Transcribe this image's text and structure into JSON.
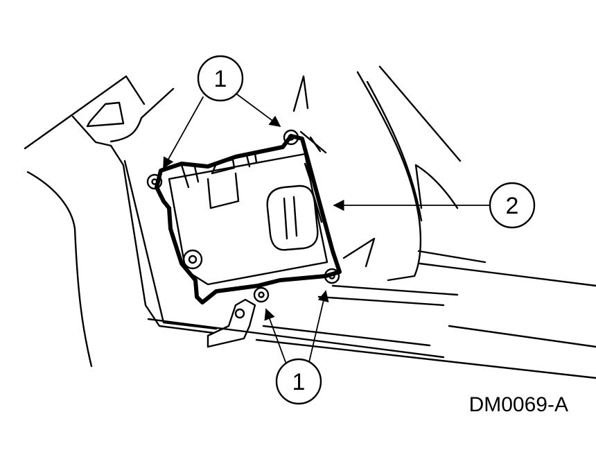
{
  "diagram": {
    "reference_code": "DM0069-A",
    "callouts": [
      {
        "id": "callout-1-top",
        "label": "1"
      },
      {
        "id": "callout-2",
        "label": "2"
      },
      {
        "id": "callout-1-bottom",
        "label": "1"
      }
    ]
  }
}
